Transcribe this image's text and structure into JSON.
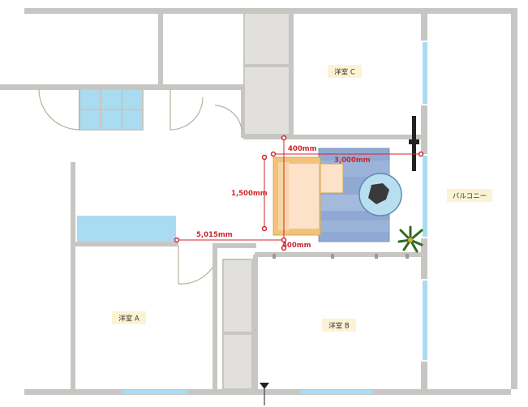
{
  "rooms": {
    "c": "洋室 C",
    "a": "洋室 A",
    "b": "洋室 B",
    "balcony": "バルコニー"
  },
  "dimensions": {
    "sofa_clearance_top": "400mm",
    "rug_width": "3,000mm",
    "sofa_depth": "1,500mm",
    "room_width": "5,015mm",
    "sofa_clearance_bottom": "400mm"
  },
  "colors": {
    "wall": "#c8c6c3",
    "glass": "#a9dcf0",
    "dimension": "#d0262c",
    "rug": "#8fa9d2",
    "sofa": "#f2c27a",
    "label_bg": "#fbf3d3"
  }
}
